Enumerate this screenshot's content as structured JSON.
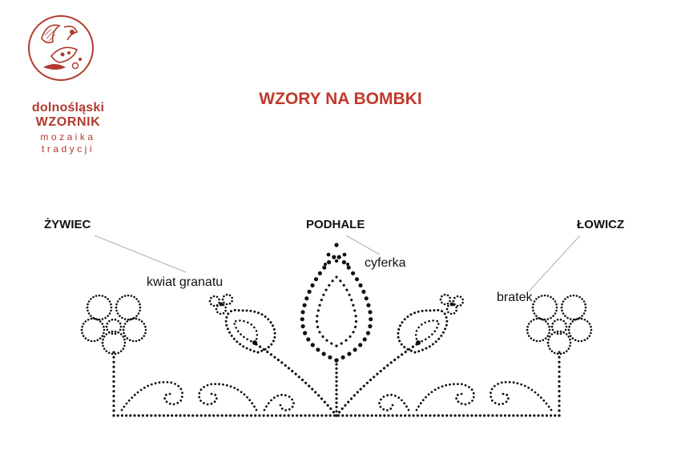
{
  "logo": {
    "line1": "dolnośląski",
    "line2": "WZORNIK",
    "line3": "mozaika",
    "line4": "tradycji",
    "color": "#b03a2e"
  },
  "title": "WZORY NA BOMBKI",
  "title_color": "#c0392b",
  "regions": {
    "left": "ŻYWIEC",
    "center": "PODHALE",
    "right": "ŁOWICZ"
  },
  "motifs": {
    "pomegranate": "kwiat granatu",
    "cyferka": "cyferka",
    "pansy": "bratek"
  },
  "dot_color": "#111111"
}
